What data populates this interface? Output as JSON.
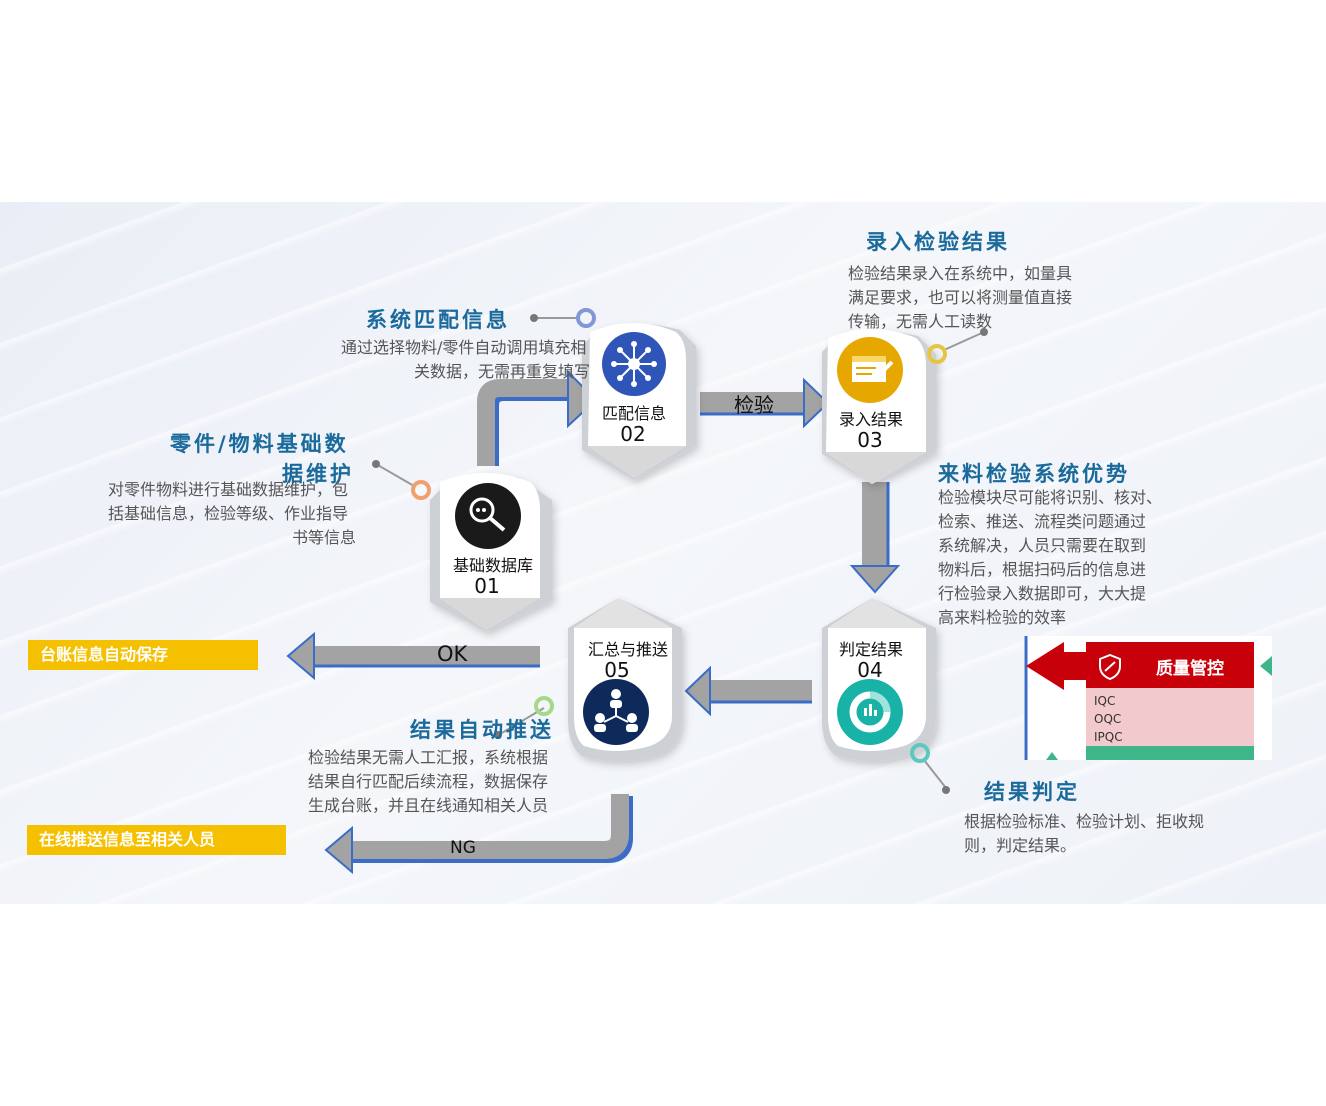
{
  "nodes": [
    {
      "id": "01",
      "label": "基础数据库",
      "num": "01",
      "icon": "key-search-icon",
      "color": "#1a1a1a"
    },
    {
      "id": "02",
      "label": "匹配信息",
      "num": "02",
      "icon": "network-icon",
      "color": "#2f55b8"
    },
    {
      "id": "03",
      "label": "录入结果",
      "num": "03",
      "icon": "form-edit-icon",
      "color": "#e6a700"
    },
    {
      "id": "04",
      "label": "判定结果",
      "num": "04",
      "icon": "ring-chart-icon",
      "color": "#18b3a6"
    },
    {
      "id": "05",
      "label": "汇总与推送",
      "num": "05",
      "icon": "people-network-icon",
      "color": "#0e2a5a"
    }
  ],
  "sections": {
    "base": {
      "title_line1": "零件/物料基础数",
      "title_line2": "据维护",
      "desc": [
        "对零件物料进行基础数据维护，包",
        "括基础信息，检验等级、作业指导",
        "书等信息"
      ]
    },
    "match": {
      "title": "系统匹配信息",
      "desc": [
        "通过选择物料/零件自动调用填充相",
        "关数据，无需再重复填写"
      ]
    },
    "entry": {
      "title": "录入检验结果",
      "desc": [
        "检验结果录入在系统中，如量具",
        "满足要求，也可以将测量值直接",
        "传输，无需人工读数"
      ]
    },
    "advantage": {
      "title": "来料检验系统优势",
      "desc": [
        "检验模块尽可能将识别、核对、",
        "检索、推送、流程类问题通过",
        "系统解决，人员只需要在取到",
        "物料后，根据扫码后的信息进",
        "行检验录入数据即可，大大提",
        "高来料检验的效率"
      ]
    },
    "judge": {
      "title": "结果判定",
      "desc": [
        "根据检验标准、检验计划、拒收规",
        "则，判定结果。"
      ]
    },
    "push": {
      "title": "结果自动推送",
      "desc": [
        "检验结果无需人工汇报，系统根据",
        "结果自行匹配后续流程，数据保存",
        "生成台账，并且在线通知相关人员"
      ]
    }
  },
  "arrows": {
    "inspect": "检验",
    "ok": "OK",
    "ng": "NG"
  },
  "tags": {
    "ledger": "台账信息自动保存",
    "notify": "在线推送信息至相关人员"
  },
  "quality": {
    "title": "质量管控",
    "items": [
      "IQC",
      "OQC",
      "IPQC"
    ],
    "icon": "shield-icon"
  },
  "colors": {
    "title": "#1a6a9c",
    "tag": "#f5c000",
    "arrow": "#a3a3a3",
    "arrow_edge": "#3a6cc8",
    "quality_red": "#c8000a",
    "quality_pink": "#f2c9cc",
    "quality_green": "#3fb58a"
  }
}
